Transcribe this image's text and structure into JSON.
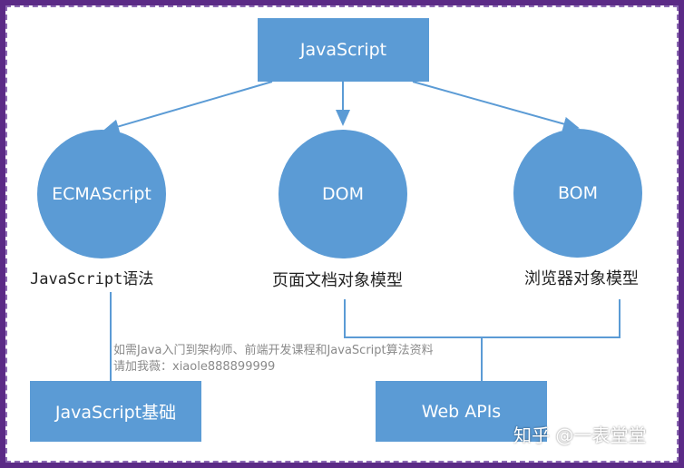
{
  "diagram": {
    "root": "JavaScript",
    "circles": [
      {
        "label": "ECMAScript",
        "caption": "JavaScript语法"
      },
      {
        "label": "DOM",
        "caption": "页面文档对象模型"
      },
      {
        "label": "BOM",
        "caption": "浏览器对象模型"
      }
    ],
    "bottom_boxes": [
      "JavaScript基础",
      "Web APIs"
    ]
  },
  "watermark": {
    "line1": "如需Java入门到架构师、前端开发课程和JavaScript算法资料",
    "line2": "请加我薇：xiaole888899999"
  },
  "brand": "知乎 @一表堂堂",
  "colors": {
    "node": "#5b9bd5",
    "line": "#5b9bd5",
    "frame": "#5b2a86"
  }
}
